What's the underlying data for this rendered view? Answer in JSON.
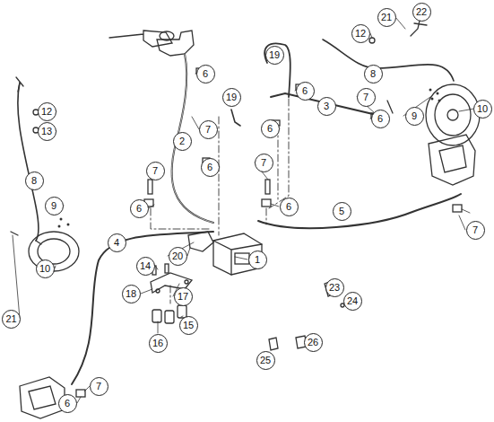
{
  "diagram": {
    "labels": [
      "21",
      "22",
      "12",
      "8",
      "19",
      "6",
      "7",
      "10",
      "3",
      "19",
      "6",
      "12",
      "7",
      "6",
      "9",
      "13",
      "2",
      "6",
      "7",
      "7",
      "6",
      "8",
      "6",
      "6",
      "5",
      "7",
      "9",
      "4",
      "10",
      "20",
      "1",
      "14",
      "18",
      "17",
      "23",
      "24",
      "15",
      "16",
      "26",
      "21",
      "25",
      "7",
      "6"
    ]
  }
}
